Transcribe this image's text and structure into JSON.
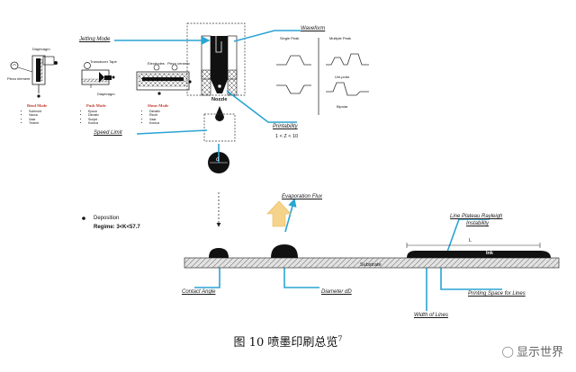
{
  "labels": {
    "jetting_mode": "Jetting Mode",
    "waveform": "Waveform",
    "single_peak": "Single Peak",
    "multiple_peak": "Multiple Peak",
    "unipolar": "Uni-polar",
    "bipolar": "Bipolar",
    "printability": "Printability",
    "printability_range": "1 < Z < 10",
    "nozzle": "Nozzle",
    "speed_limit": "Speed Limit",
    "drop_d": "d",
    "evaporation_flux": "Evaporation Flux",
    "line_plateau": "Line Plateau Rayleigh",
    "instability": "Instability",
    "deposition": "Deposition",
    "regime": "Regime: 3<K<57.7",
    "substrate": "Substrate",
    "ink": "Ink",
    "length_L": "L",
    "contact_angle": "Contact Angle",
    "diameter": "Diameter dD",
    "printing_space": "Printing Space for Lines",
    "width_of_lines": "Width of Lines"
  },
  "modes": [
    {
      "title": "Bend Mode",
      "items": [
        "Solenoid",
        "Vacca",
        "Xaar",
        "Trident"
      ]
    },
    {
      "title": "Push Mode",
      "items": [
        "Epson",
        "Dimatix",
        "Sunjet",
        "Konica"
      ]
    },
    {
      "title": "Shear Mode",
      "items": [
        "Dimatix",
        "Ricoh",
        "Xaar",
        "Konica"
      ]
    }
  ],
  "mode_parts": {
    "diaphragm": "Diaphragm",
    "piezo_element": "Piezo element",
    "transducer_tape": "Transducer Tape",
    "diaphragm_2": "Diaphragm",
    "electrodes": "Electrodes",
    "piezo_ceramic": "Piezo ceramic"
  },
  "caption": {
    "text": "图 10 喷墨印刷总览",
    "sup": "7"
  },
  "watermark": "显示世界",
  "colors": {
    "accent": "#2aa4d4",
    "ink": "#000000",
    "substrate": "#d9d9d9",
    "evaporation": "#f5d38a"
  }
}
